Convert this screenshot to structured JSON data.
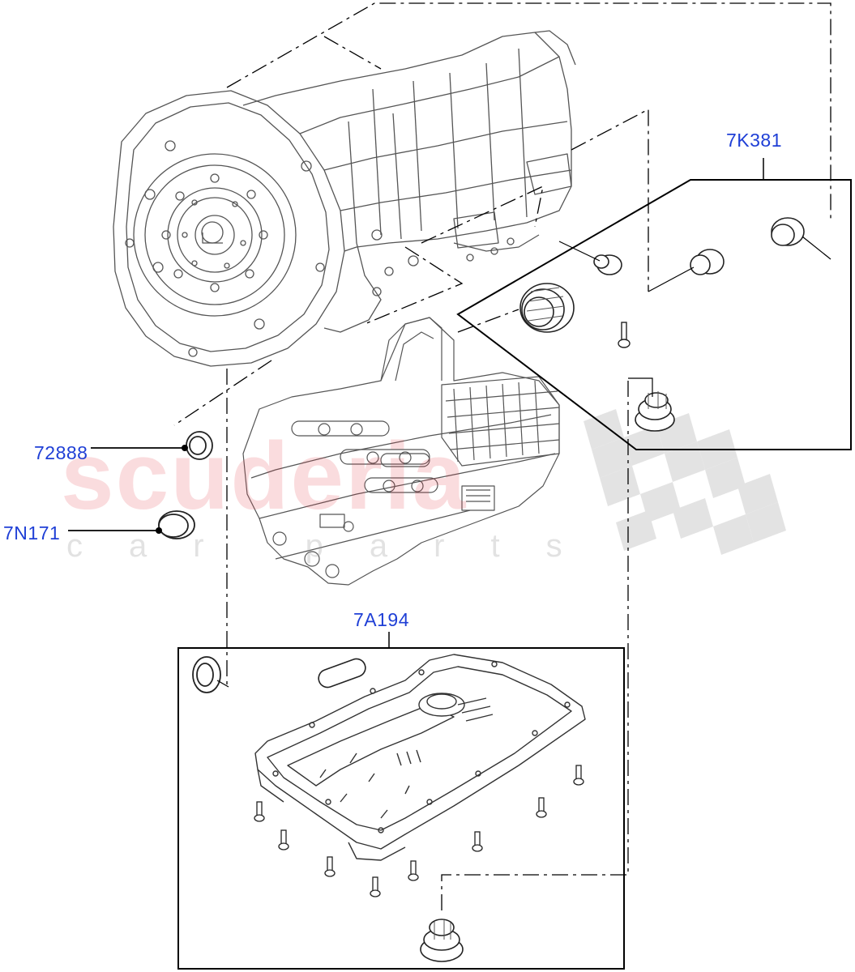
{
  "watermark": {
    "main": "scuderia",
    "sub": "car parts",
    "color": "#e03c46"
  },
  "callouts": [
    {
      "id": "7K381",
      "label": "7K381"
    },
    {
      "id": "72888",
      "label": "72888"
    },
    {
      "id": "7N171",
      "label": "7N171"
    },
    {
      "id": "7A194",
      "label": "7A194"
    }
  ],
  "colors": {
    "callout_text": "#1f3fd6",
    "line": "#000000",
    "drawing": "#555555"
  }
}
